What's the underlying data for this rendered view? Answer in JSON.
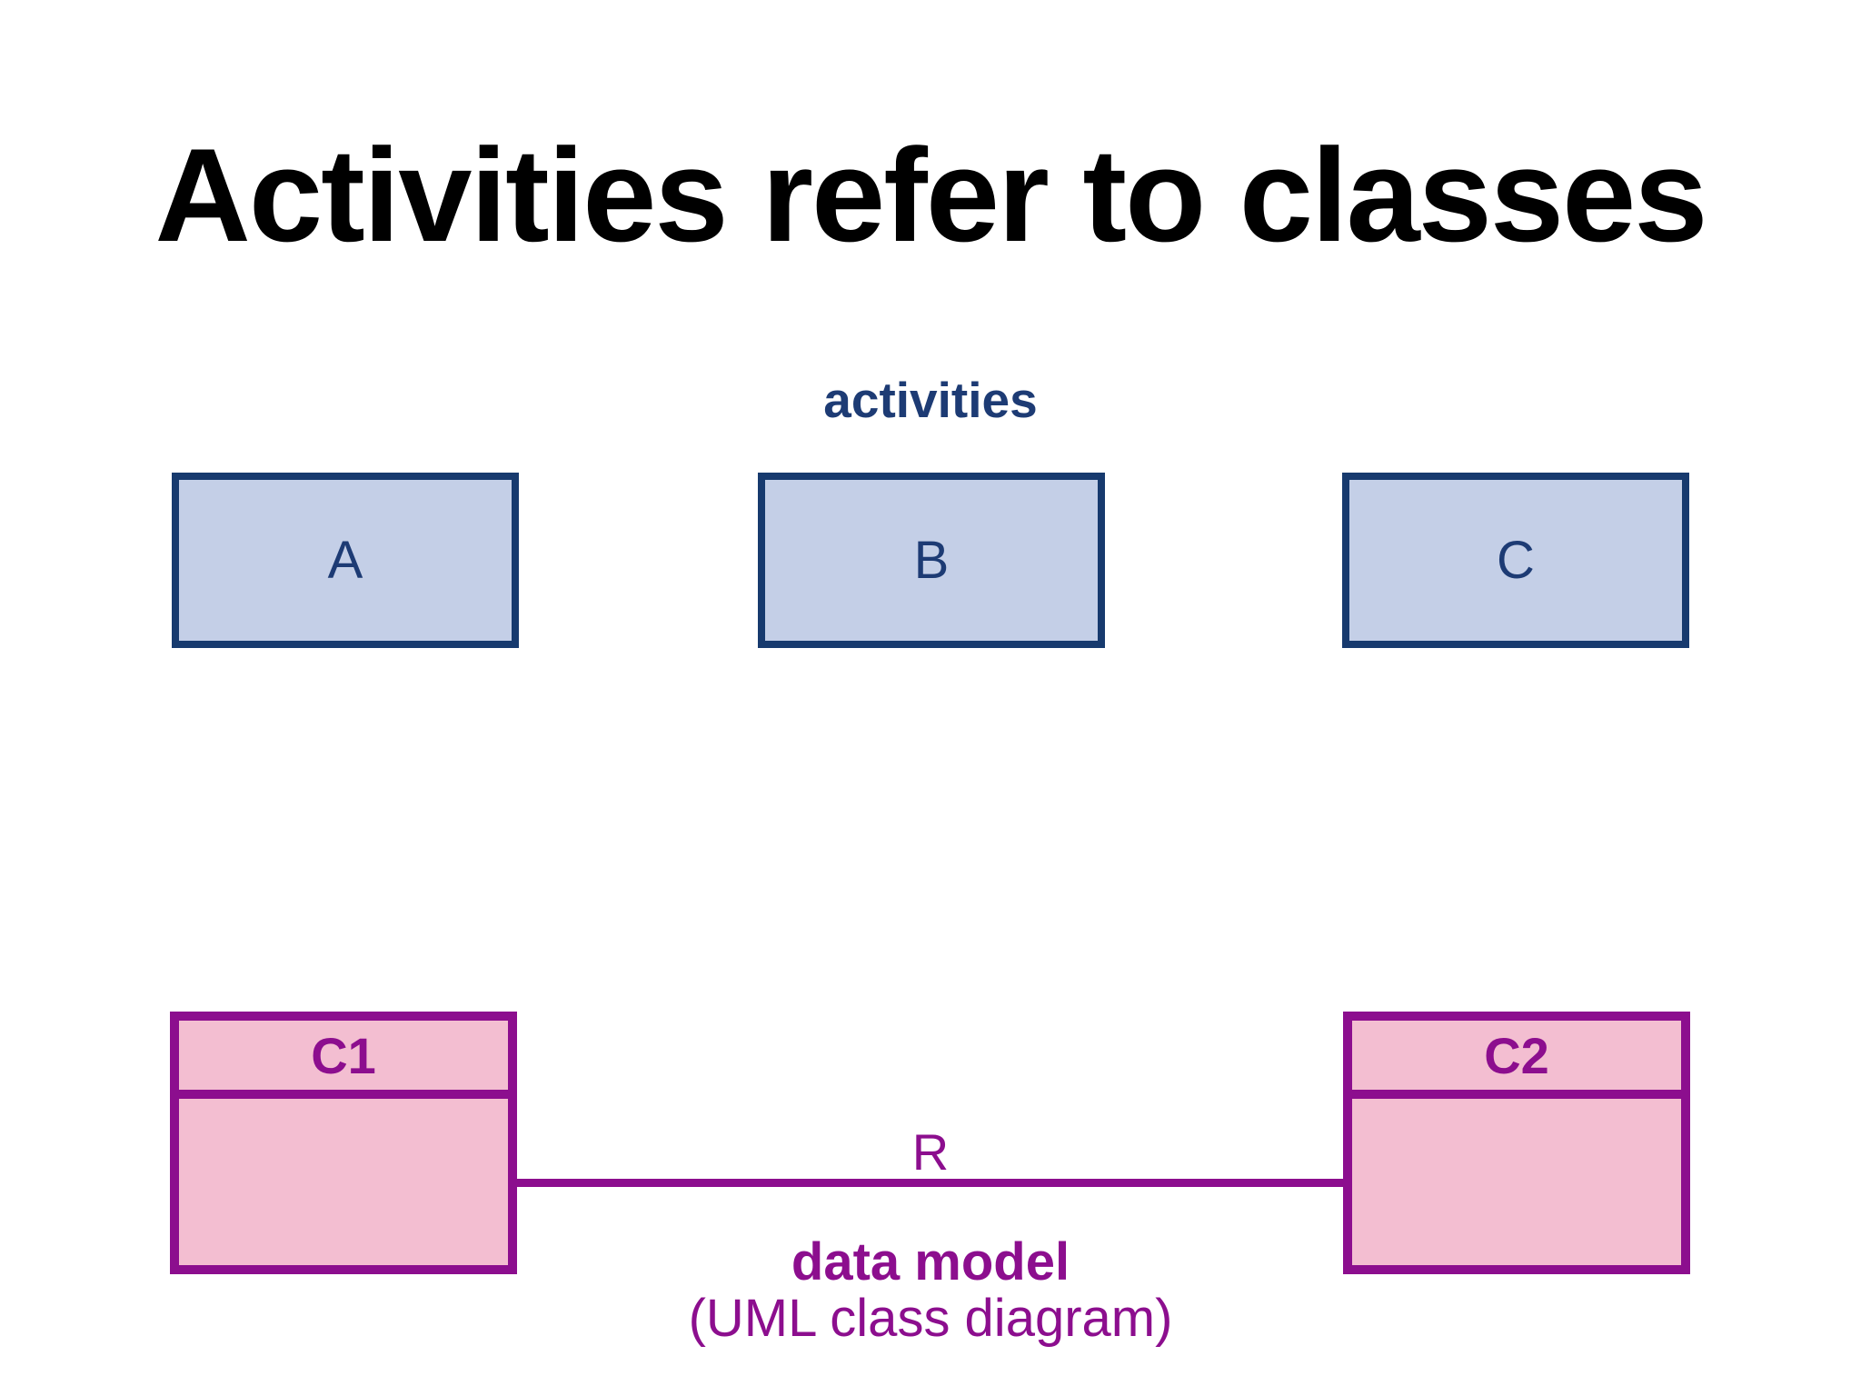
{
  "title": "Activities refer to classes",
  "activities_section": {
    "label": "activities"
  },
  "activity_boxes": [
    {
      "label": "A"
    },
    {
      "label": "B"
    },
    {
      "label": "C"
    }
  ],
  "class_boxes": [
    {
      "name": "C1"
    },
    {
      "name": "C2"
    }
  ],
  "data_model_section": {
    "relation_label": "R",
    "caption_bold": "data model",
    "caption_regular": "(UML class diagram)"
  },
  "colors": {
    "title_text": "#000000",
    "activity_fill": "#c4cfe7",
    "activity_border": "#173a6e",
    "activity_text": "#1d3b74",
    "class_fill": "#f3bed1",
    "class_border": "#8c0e8e",
    "class_text": "#8c0e8e"
  }
}
